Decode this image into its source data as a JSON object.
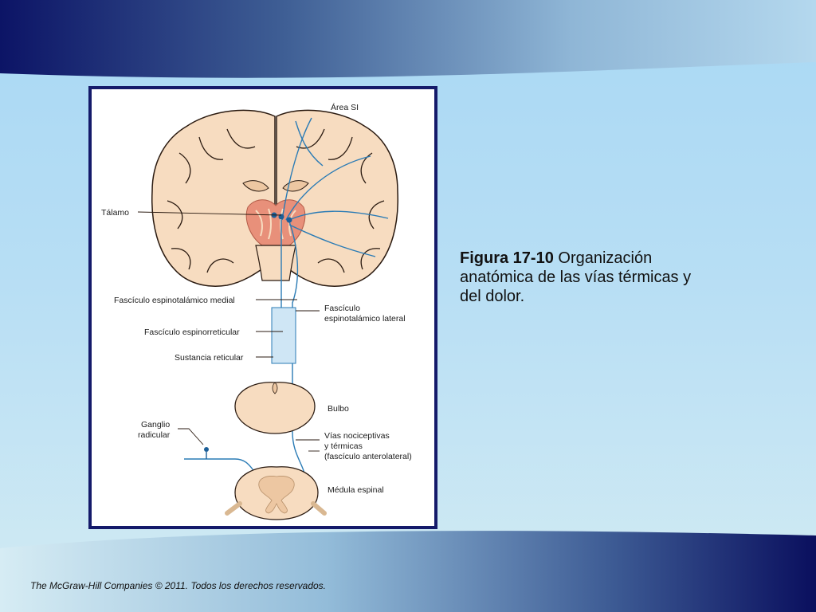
{
  "figure": {
    "labels": {
      "area_si": "Área SI",
      "talamo": "Tálamo",
      "fasciculo_medial": "Fascículo espinotalámico medial",
      "fasciculo_lateral_1": "Fascículo",
      "fasciculo_lateral_2": "espinotalámico lateral",
      "fasciculo_espinorreticular": "Fascículo espinorreticular",
      "sustancia_reticular": "Sustancia reticular",
      "bulbo": "Bulbo",
      "ganglio_1": "Ganglio",
      "ganglio_2": "radicular",
      "vias_1": "Vías nociceptivas",
      "vias_2": "y térmicas",
      "vias_3": "(fascículo anterolateral)",
      "medula": "Médula espinal"
    },
    "colors": {
      "frame": "#141a6a",
      "tissue": "#f7dcc0",
      "tissue_dark": "#edc7a2",
      "thalamus": "#e8907a",
      "pathway": "#2a7bb5",
      "neuron": "#1c5f98",
      "outline": "#2a1a10"
    }
  },
  "caption": {
    "figure_number": "Figura 17-10",
    "text": " Organización anatómica de las vías térmicas y del dolor."
  },
  "footer": {
    "copyright": "The McGraw-Hill Companies © 2011. Todos los derechos reservados."
  }
}
